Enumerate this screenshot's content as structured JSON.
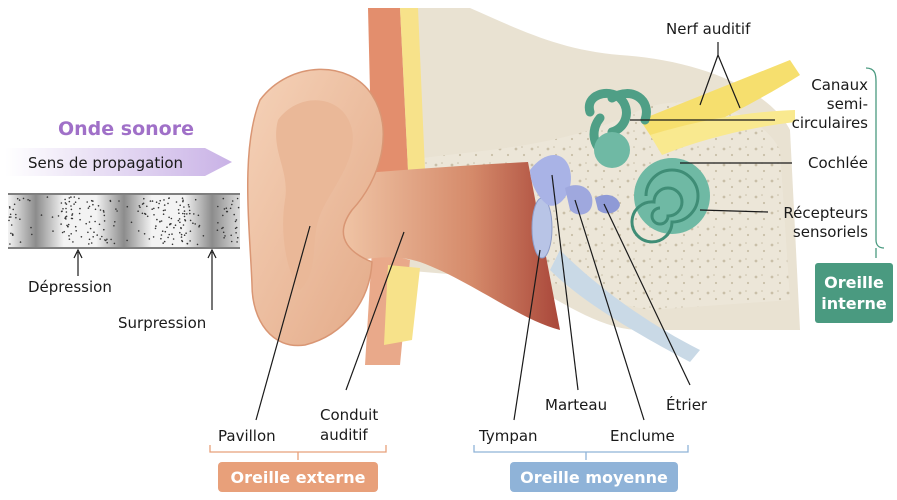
{
  "wave": {
    "title": "Onde sonore",
    "direction_label": "Sens de propagation",
    "depression_label": "Dépression",
    "surpression_label": "Surpression"
  },
  "labels": {
    "nerf": "Nerf auditif",
    "canaux_1": "Canaux",
    "canaux_2": "semi-",
    "canaux_3": "circulaires",
    "cochlee": "Cochlée",
    "recepteurs_1": "Récepteurs",
    "recepteurs_2": "sensoriels",
    "pavillon": "Pavillon",
    "conduit_1": "Conduit",
    "conduit_2": "auditif",
    "tympan": "Tympan",
    "marteau": "Marteau",
    "enclume": "Enclume",
    "etrier": "Étrier"
  },
  "sections": {
    "externe": "Oreille externe",
    "moyenne": "Oreille moyenne",
    "interne_1": "Oreille",
    "interne_2": "interne"
  },
  "colors": {
    "wave_title": "#a070c8",
    "arrow": "#c9b2e6",
    "externe": "#e8a07a",
    "moyenne": "#8fb3d8",
    "interne": "#4a9a80",
    "skin": "#efc3a3",
    "bone": "#e6dfd0",
    "cochlea": "#6fb9a4",
    "nerve": "#f4dd6a",
    "canal": "#c96a4e"
  }
}
